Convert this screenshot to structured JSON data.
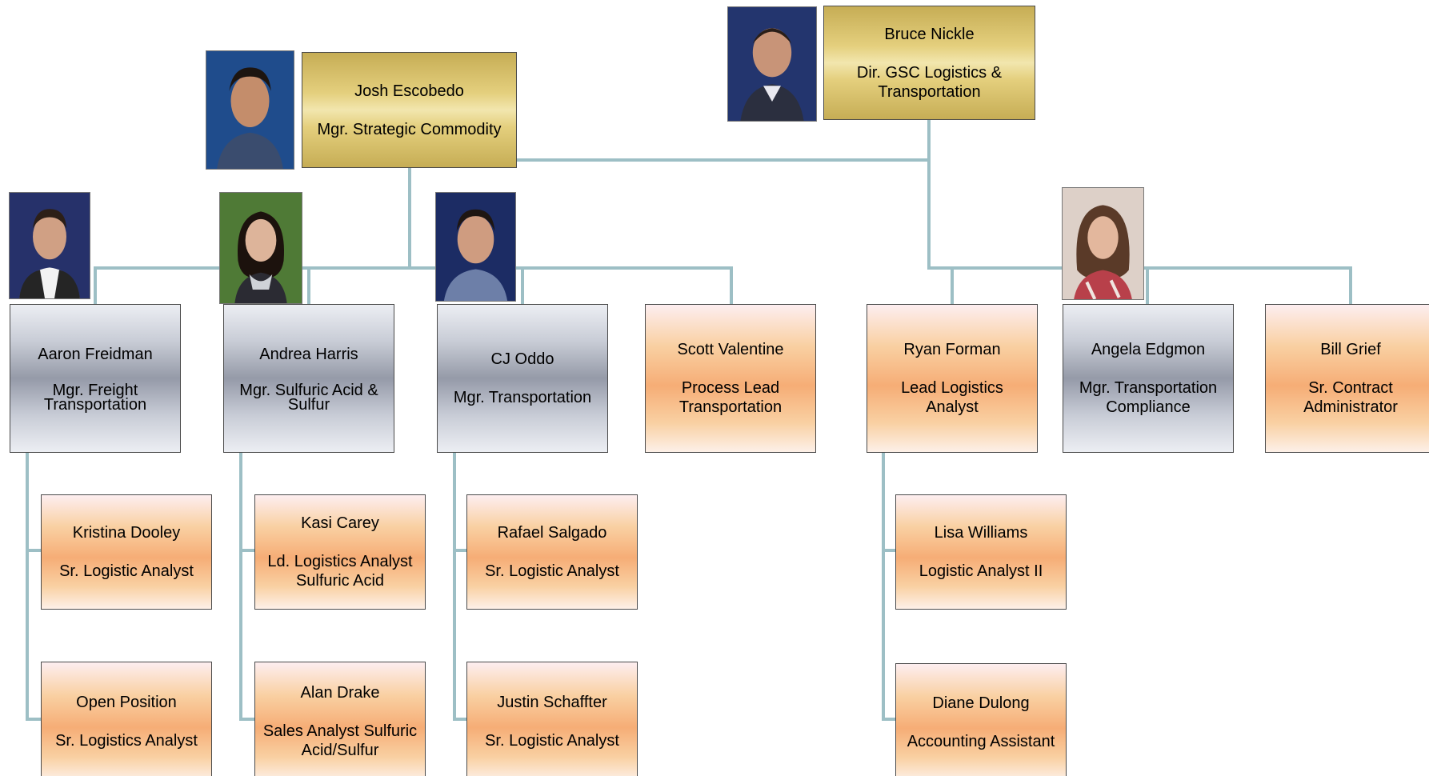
{
  "chart": {
    "root": {
      "name": "Bruce Nickle",
      "title": "Dir. GSC Logistics & Transportation"
    },
    "strategic": {
      "name": "Josh Escobedo",
      "title": "Mgr. Strategic Commodity"
    },
    "managers": [
      {
        "name": "Aaron Freidman",
        "title": "Mgr. Freight Transportation"
      },
      {
        "name": "Andrea Harris",
        "title": "Mgr. Sulfuric Acid & Sulfur"
      },
      {
        "name": "CJ Oddo",
        "title": "Mgr. Transportation"
      },
      {
        "name": "Scott Valentine",
        "title": "Process Lead Transportation"
      },
      {
        "name": "Ryan Forman",
        "title": "Lead Logistics Analyst"
      },
      {
        "name": "Angela Edgmon",
        "title": "Mgr. Transportation Compliance"
      },
      {
        "name": "Bill Grief",
        "title": "Sr. Contract Administrator"
      }
    ],
    "reports": [
      {
        "name": "Kristina Dooley",
        "title": "Sr. Logistic Analyst"
      },
      {
        "name": "Open Position",
        "title": "Sr. Logistics Analyst"
      },
      {
        "name": "Kasi Carey",
        "title": "Ld. Logistics Analyst Sulfuric Acid"
      },
      {
        "name": "Alan Drake",
        "title": "Sales Analyst Sulfuric Acid/Sulfur"
      },
      {
        "name": "Rafael Salgado",
        "title": "Sr. Logistic Analyst"
      },
      {
        "name": "Justin Schaffter",
        "title": "Sr. Logistic Analyst"
      },
      {
        "name": "Lisa Williams",
        "title": "Logistic Analyst II"
      },
      {
        "name": "Diane Dulong",
        "title": "Accounting Assistant"
      }
    ]
  },
  "colors": {
    "connector": "#9dbfc5",
    "gold_box": "#e4cf7d",
    "silver_box": "#959aa8",
    "peach_box": "#f6ad76"
  }
}
